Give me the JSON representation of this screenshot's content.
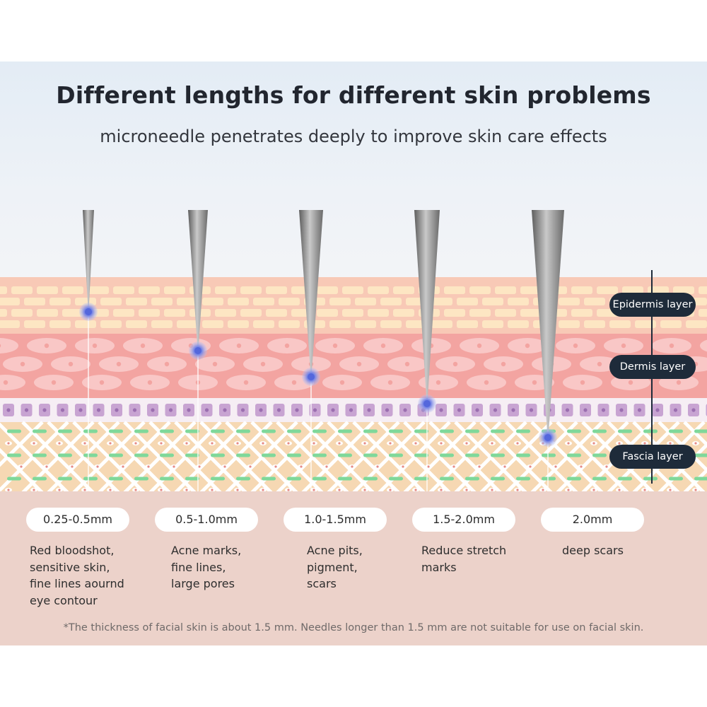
{
  "header": {
    "title": "Different lengths for different skin problems",
    "subtitle": "microneedle penetrates deeply to improve skin care effects"
  },
  "layers": {
    "epidermis": "Epidermis layer",
    "dermis": "Dermis layer",
    "fascia": "Fascia layer"
  },
  "needles": [
    {
      "length": "0.25-0.5mm",
      "description": "Red bloodshot,\nsensitive skin,\nfine lines aournd\neye contour"
    },
    {
      "length": "0.5-1.0mm",
      "description": "Acne marks,\nfine lines,\nlarge pores"
    },
    {
      "length": "1.0-1.5mm",
      "description": "Acne pits,\npigment,\nscars"
    },
    {
      "length": "1.5-2.0mm",
      "description": "Reduce stretch\nmarks"
    },
    {
      "length": "2.0mm",
      "description": "deep scars"
    }
  ],
  "footnote": "*The thickness of facial skin is about 1.5 mm. Needles longer than 1.5 mm are not suitable for use on facial skin.",
  "colors": {
    "epidermis_top": "#f9c7b4",
    "epidermis_cells": "#fbe2bf",
    "dermis": "#f3a4a1",
    "basal_cells": "#c9a3d0",
    "fascia": "#f6d8b3",
    "bottom_panel": "#ecd2ca",
    "tag": "#1e2b3a",
    "target_dot": "#6d7fe0"
  }
}
